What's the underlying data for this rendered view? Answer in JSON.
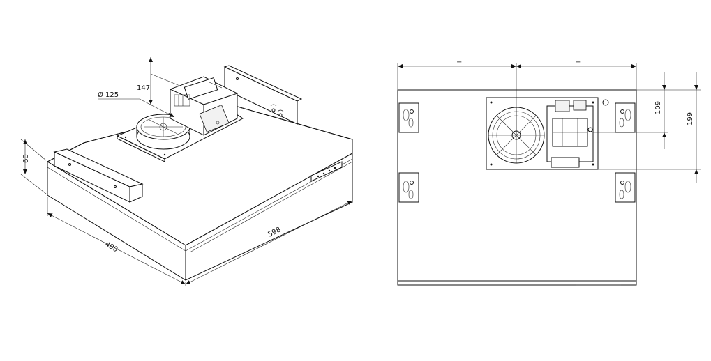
{
  "iso_view": {
    "dim_height": "60",
    "dim_depth": "490",
    "dim_width": "598",
    "dim_duct": "147",
    "dim_diameter": "Ø 125"
  },
  "plan_view": {
    "dim_eq_left": "=",
    "dim_eq_right": "=",
    "dim_109": "109",
    "dim_199": "199"
  }
}
